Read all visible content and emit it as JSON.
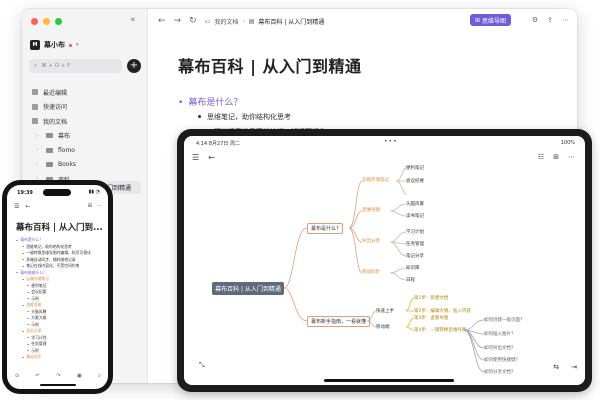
{
  "window": {
    "account_name": "幕小布",
    "search_placeholder": "搜索",
    "search_shortcut": "⌘ + O + F",
    "nav": [
      {
        "label": "最近编辑"
      },
      {
        "label": "快速访问"
      },
      {
        "label": "我的文档"
      }
    ],
    "folders": [
      {
        "label": "幕布"
      },
      {
        "label": "flomo"
      },
      {
        "label": "Books"
      },
      {
        "label": "资料"
      }
    ],
    "selected_item": "入门到精通",
    "breadcrumb_root": "我的文档",
    "breadcrumb_current": "幕布百科 | 从入门到精通",
    "mindmap_button": "思维导图",
    "doc_title": "幕布百科 | 从入门到精通",
    "doc_question": "幕布是什么？",
    "doc_lines": [
      "思维笔记，助你结构化思考",
      "一键转换思维导图并编辑，知识可视化"
    ]
  },
  "tablet": {
    "status_left": "4:14  8月27日 周二",
    "status_right": "100%",
    "root": "幕布百科 | 从入门到精通",
    "branch_1": "幕布是什么?",
    "branch_2": "幕布新手指南，一看就懂",
    "nodes_a": [
      "云端存储笔记",
      "思维导图",
      "导出分享",
      "移动同步"
    ],
    "leaves_a": [
      "便利笔记",
      "会议纪要",
      "头脑风暴",
      "读书笔记",
      "学习计划",
      "任务管理",
      "笔记分享",
      "知识库",
      "日程"
    ],
    "guide_nodes": [
      "快速上手",
      "移动端"
    ],
    "guide_steps": [
      "第1步：新建文档",
      "第2步：编辑大纲，插入内容",
      "第3步：查看导图",
      "第4步：一键转换思维导图"
    ],
    "guide_leaves": [
      "如何创建一级页面？",
      "如何插入图片？",
      "如何导出文档？",
      "如何使用快捷键？",
      "如何分享文档？",
      "如何收藏文档？",
      "如何同步数据？"
    ]
  },
  "phone": {
    "time": "19:39",
    "title": "幕布百科 | 从入门到...",
    "list": [
      {
        "text": "幕布是什么？",
        "cls": "p",
        "lvl": 0
      },
      {
        "text": "思维笔记，助你结构化思考",
        "cls": "",
        "lvl": 1
      },
      {
        "text": "一键转换思维导图并编辑，知识可视化",
        "cls": "",
        "lvl": 1
      },
      {
        "text": "多端自动同步，随时随地记录",
        "cls": "",
        "lvl": 1
      },
      {
        "text": "笔记在线内容化，不受空间约束",
        "cls": "",
        "lvl": 1
      },
      {
        "text": "幕布能做什么？",
        "cls": "p",
        "lvl": 0
      },
      {
        "text": "云端存储笔记",
        "cls": "o",
        "lvl": 1
      },
      {
        "text": "便利笔记",
        "cls": "",
        "lvl": 2
      },
      {
        "text": "会议纪要",
        "cls": "",
        "lvl": 2
      },
      {
        "text": "示例",
        "cls": "",
        "lvl": 2
      },
      {
        "text": "思维导图",
        "cls": "o",
        "lvl": 1
      },
      {
        "text": "头脑风暴",
        "cls": "",
        "lvl": 2
      },
      {
        "text": "方案大纲",
        "cls": "",
        "lvl": 2
      },
      {
        "text": "示例",
        "cls": "",
        "lvl": 2
      },
      {
        "text": "导出分享",
        "cls": "o",
        "lvl": 1
      },
      {
        "text": "学习计划",
        "cls": "",
        "lvl": 2
      },
      {
        "text": "任务管理",
        "cls": "",
        "lvl": 2
      },
      {
        "text": "示例",
        "cls": "",
        "lvl": 2
      },
      {
        "text": "移动同步",
        "cls": "o",
        "lvl": 1
      }
    ]
  }
}
